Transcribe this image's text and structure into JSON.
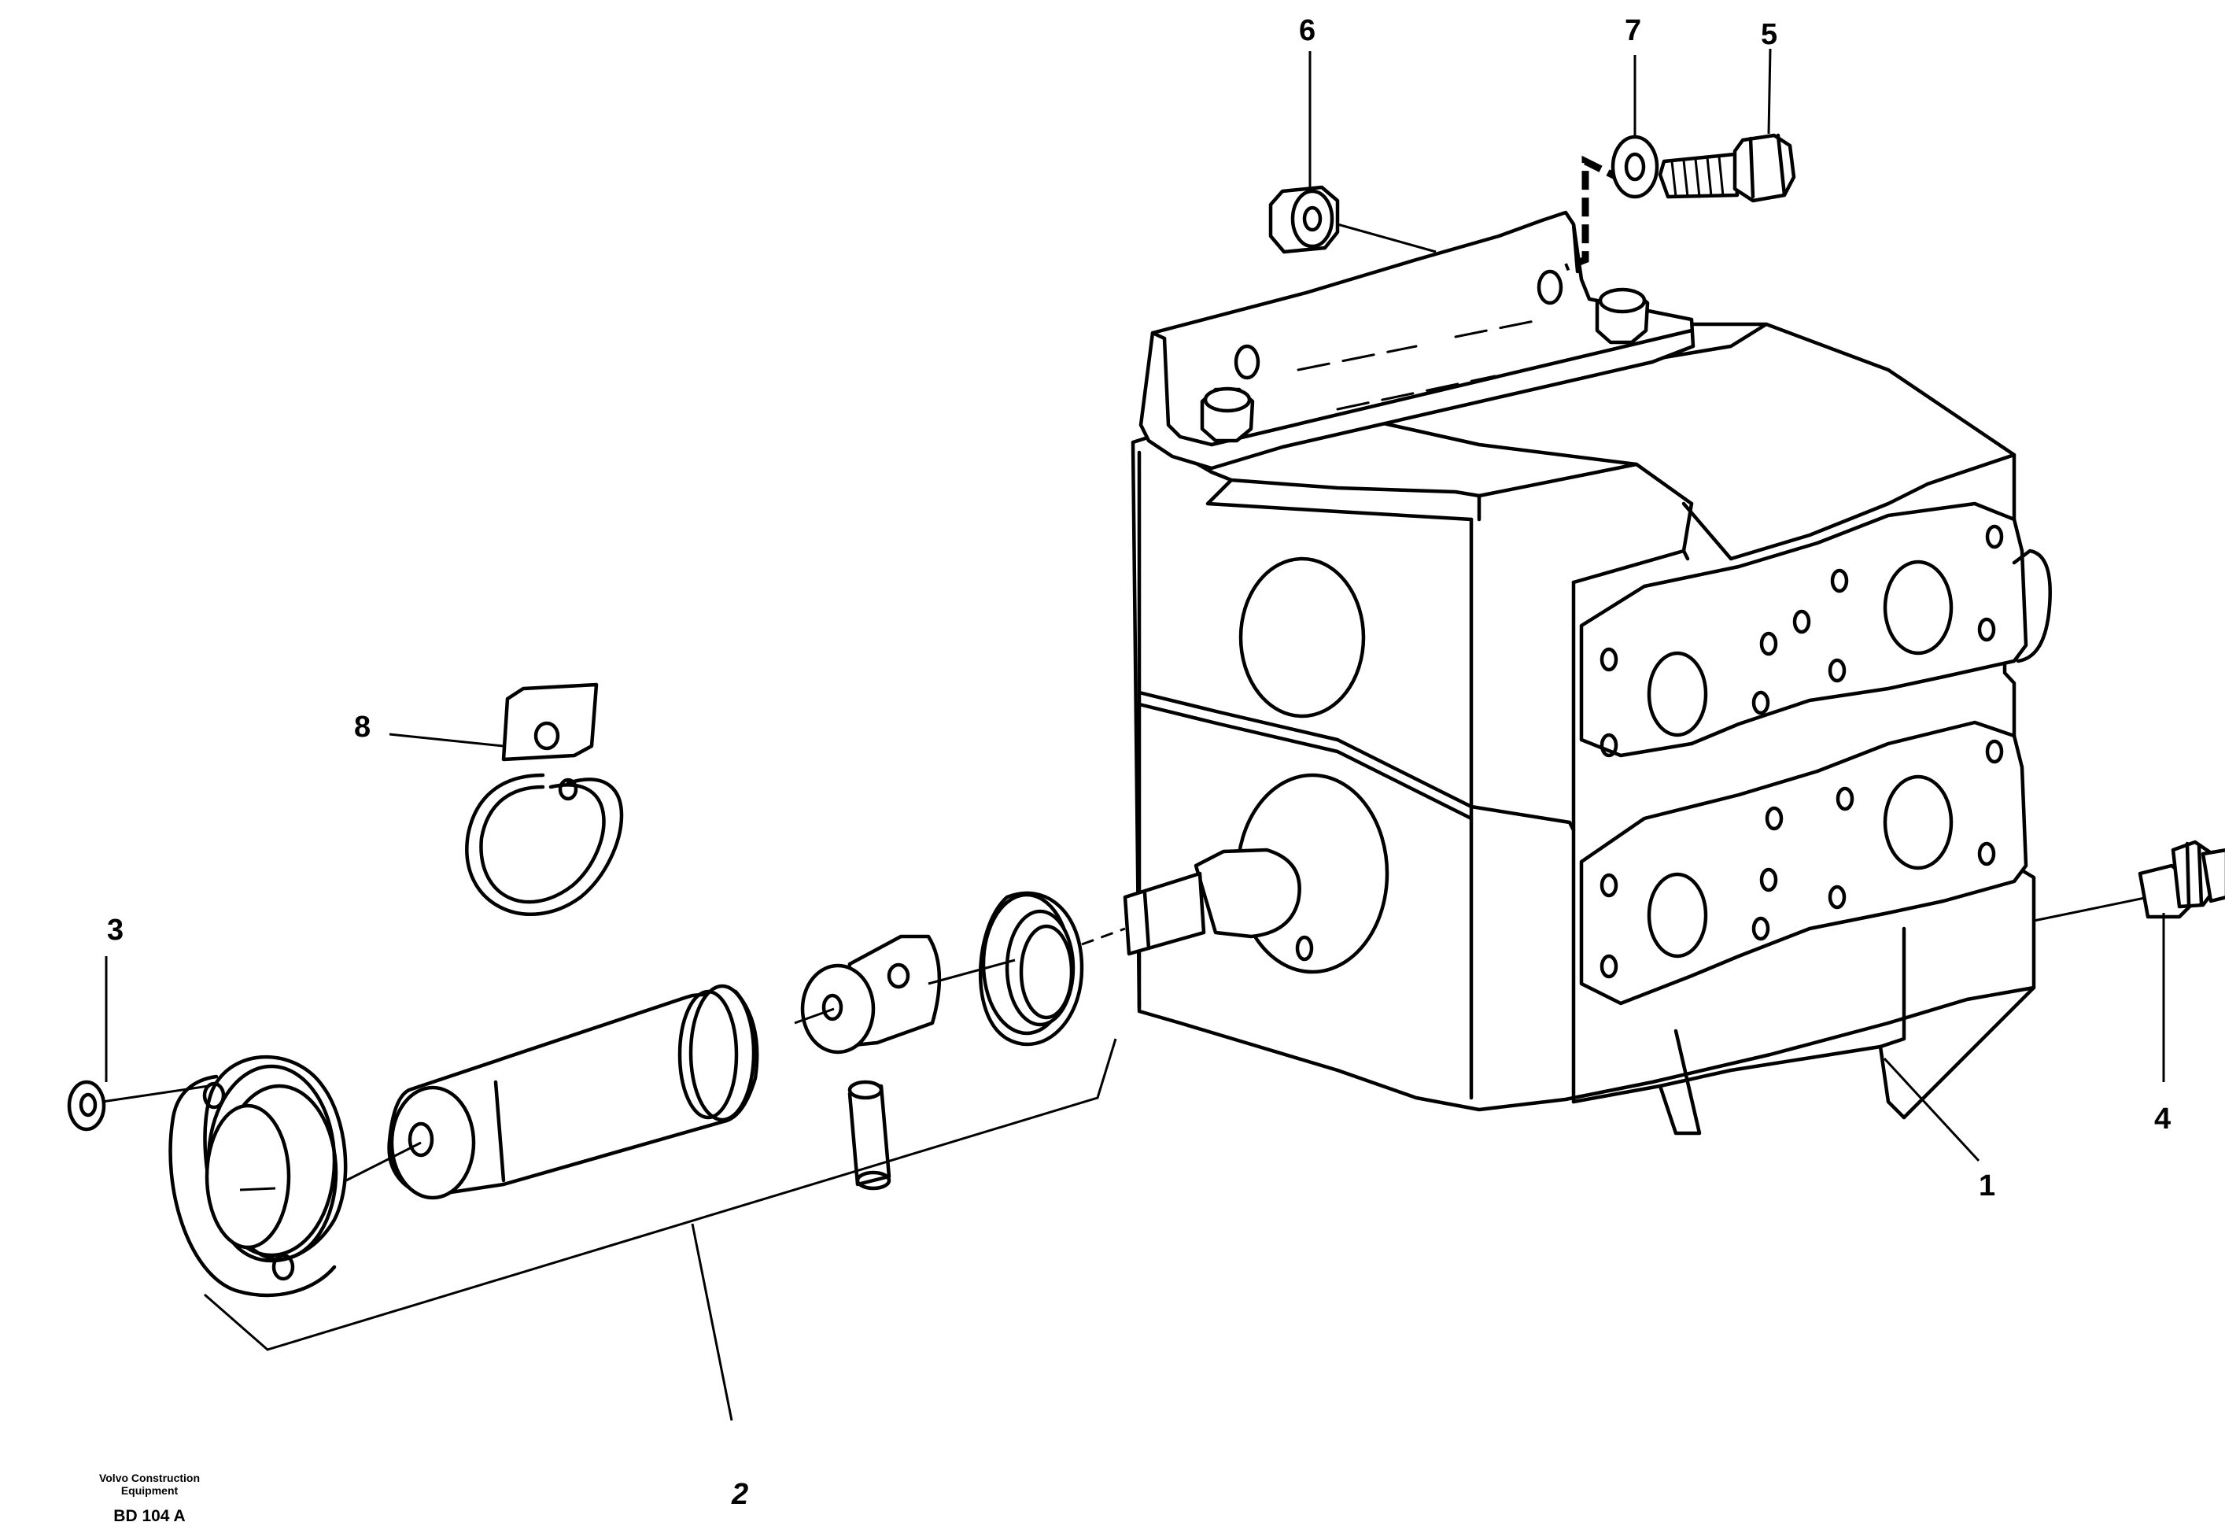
{
  "callouts": {
    "c1": "1",
    "c2": "2",
    "c3": "3",
    "c4": "4",
    "c5": "5",
    "c6": "6",
    "c7": "7",
    "c8": "8"
  },
  "footer": {
    "brand_line1": "Volvo Construction",
    "brand_line2": "Equipment",
    "drawing_code": "BD 104 A"
  }
}
